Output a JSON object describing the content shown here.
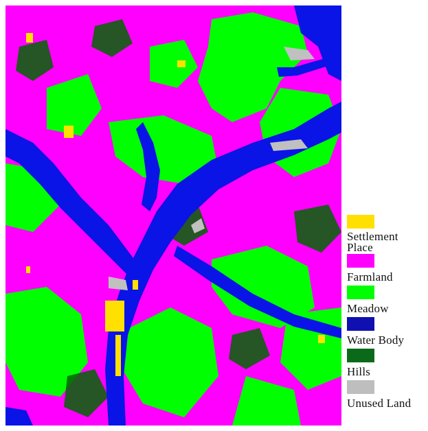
{
  "map": {
    "classes": {
      "settlement": "#ffe000",
      "farmland": "#ff00ff",
      "meadow": "#00ff00",
      "water": "#0000ff",
      "hills": "#006400",
      "unused": "#c0c0c0"
    }
  },
  "legend": {
    "items": [
      {
        "label": "Settlement Place",
        "color": "#ffe000"
      },
      {
        "label": "Farmland",
        "color": "#ff00ff"
      },
      {
        "label": "Meadow",
        "color": "#00ff00"
      },
      {
        "label": "Water Body",
        "color": "#1010b0"
      },
      {
        "label": "Hills",
        "color": "#0a6a1a"
      },
      {
        "label": "Unused Land",
        "color": "#bebebe"
      }
    ]
  }
}
